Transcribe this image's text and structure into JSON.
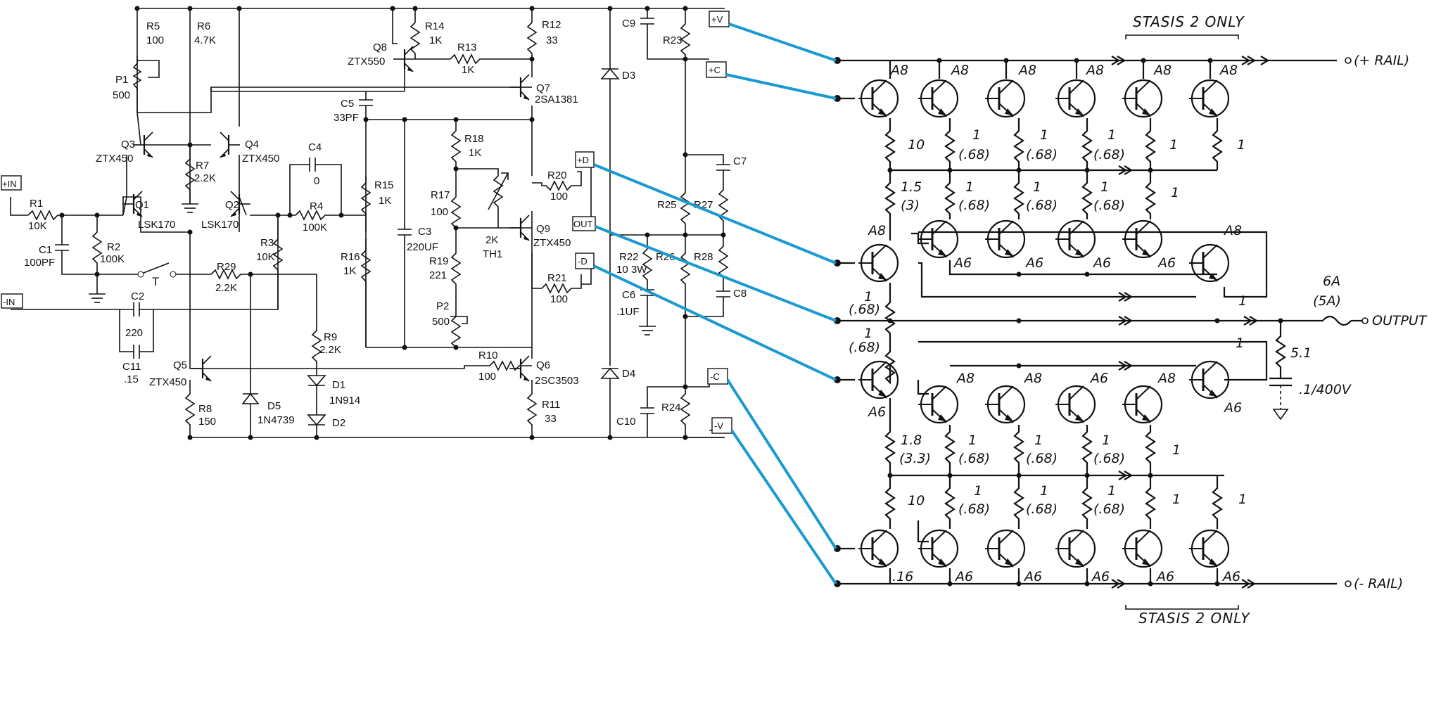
{
  "terminals": {
    "plus_in": "+IN",
    "minus_in": "-IN",
    "plus_v": "+V",
    "plus_c": "+C",
    "plus_d": "+D",
    "out": "OUT",
    "minus_d": "-D",
    "minus_c": "-C",
    "minus_v": "-V"
  },
  "components": {
    "R1": [
      "R1",
      "10K"
    ],
    "C1": [
      "C1",
      "100PF"
    ],
    "R2": [
      "R2",
      "100K"
    ],
    "C2": [
      "C2",
      "220"
    ],
    "C11": [
      "C11",
      ".15"
    ],
    "R5": [
      "R5",
      "100"
    ],
    "R6": [
      "R6",
      "4.7K"
    ],
    "P1": [
      "P1",
      "500"
    ],
    "Q3": [
      "Q3",
      "ZTX450"
    ],
    "Q4": [
      "Q4",
      "ZTX450"
    ],
    "R7": [
      "R7",
      "2.2K"
    ],
    "Q1": [
      "Q1",
      "LSK170"
    ],
    "Q2": [
      "Q2",
      "LSK170"
    ],
    "C4": [
      "C4",
      "0"
    ],
    "R4": [
      "R4",
      "100K"
    ],
    "R3": [
      "R3",
      "10K"
    ],
    "R29": [
      "R29",
      "2.2K"
    ],
    "switch": "T",
    "Q5": [
      "Q5",
      "ZTX450"
    ],
    "R8": [
      "R8",
      "150"
    ],
    "D5": [
      "D5",
      "1N4739"
    ],
    "R9": [
      "R9",
      "2.2K"
    ],
    "D1": [
      "D1",
      "1N914"
    ],
    "D2": "D2",
    "Q8": [
      "Q8",
      "ZTX550"
    ],
    "R14": [
      "R14",
      "1K"
    ],
    "R13": [
      "R13",
      "1K"
    ],
    "R12": [
      "R12",
      "33"
    ],
    "Q7": [
      "Q7",
      "2SA1381"
    ],
    "C5": [
      "C5",
      "33PF"
    ],
    "R18": [
      "R18",
      "1K"
    ],
    "R15": [
      "R15",
      "1K"
    ],
    "R17": [
      "R17",
      "100"
    ],
    "TH1": [
      "2K",
      "TH1"
    ],
    "C3": [
      "C3",
      "220UF"
    ],
    "R16": [
      "R16",
      "1K"
    ],
    "R19": [
      "R19",
      "221"
    ],
    "P2": [
      "P2",
      "500"
    ],
    "Q9": [
      "Q9",
      "ZTX450"
    ],
    "R20": [
      "R20",
      "100"
    ],
    "R21": [
      "R21",
      "100"
    ],
    "R10": [
      "R10",
      "100"
    ],
    "Q6": [
      "Q6",
      "2SC3503"
    ],
    "R11": [
      "R11",
      "33"
    ],
    "C9": "C9",
    "R23": "R23",
    "D3": "D3",
    "D4": "D4",
    "C7": "C7",
    "R25": "R25",
    "R27": "R27",
    "R22": [
      "R22",
      "10 3W"
    ],
    "R26": "R26",
    "R28": "R28",
    "C6": [
      "C6",
      ".1UF"
    ],
    "C8": "C8",
    "C10": "C10",
    "R24": "R24"
  },
  "output_stage": {
    "header_top": "STASIS 2 ONLY",
    "header_bottom": "STASIS 2 ONLY",
    "plus_rail": "(+ RAIL)",
    "minus_rail": "(- RAIL)",
    "output": "OUTPUT",
    "fuse_top": "6A",
    "fuse_bottom": "(5A)",
    "zobel_r": "5.1",
    "zobel_c": ".1/400V",
    "row1_labels": [
      "A8",
      "A8",
      "A8",
      "A8",
      "A8",
      "A8"
    ],
    "row1_resistors": [
      "10",
      "1",
      "1",
      "1",
      "1",
      "1"
    ],
    "row1_sub": [
      "(.68)",
      "(.68)",
      "(.68)"
    ],
    "row2_top": [
      "1.5",
      "1",
      "1",
      "1",
      "1"
    ],
    "row2_sub": [
      "(3)",
      "(.68)",
      "(.68)",
      "(.68)"
    ],
    "row2_labels": [
      "A8",
      "A6",
      "A6",
      "A6",
      "A6",
      "A8"
    ],
    "mid_left": [
      "1",
      "(.68)",
      "1",
      "(.68)"
    ],
    "mid_right": [
      "1",
      "1"
    ],
    "row3_labels": [
      "A6",
      "A8",
      "A8",
      "A6",
      "A8",
      "A6"
    ],
    "row3_resistors": [
      "1.8",
      "1",
      "1",
      "1",
      "1"
    ],
    "row3_sub": [
      "(3.3)",
      "(.68)",
      "(.68)",
      "(.68)"
    ],
    "row4_resistors": [
      "10",
      "1",
      "1",
      "1",
      "1",
      "1"
    ],
    "row4_sub": [
      "(.68)",
      "(.68)",
      "(.68)"
    ],
    "row4_labels": [
      ".16",
      "A6",
      "A6",
      "A6",
      "A6",
      "A6"
    ]
  }
}
